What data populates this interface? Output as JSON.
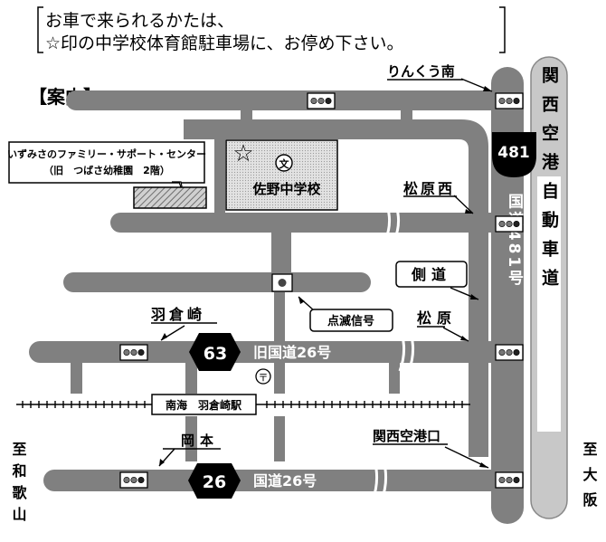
{
  "notice": {
    "line1": "お車で来られるかたは、",
    "line2": "☆印の中学校体育館駐車場に、お停め下さい。"
  },
  "guide_label": "【案内】",
  "facility": {
    "name": "いずみさのファミリー・サポート・センター",
    "sub": "（旧　つばさ幼稚園　2階）"
  },
  "school": {
    "name": "佐野中学校",
    "symbol": "文"
  },
  "star": "☆",
  "labels": {
    "rinku_minami": "りんくう南",
    "matsubara_nishi": "松原西",
    "sokudo": "側道",
    "matsubara": "松原",
    "tenmetsu": "点滅信号",
    "hagurasaki": "羽倉崎",
    "okamoto": "岡本",
    "kanku_kou": "関西空港口",
    "old_26": "旧国道26号",
    "route26": "国道26号",
    "route481_vertical": "国道481号",
    "expressway": "関西空港自動車道",
    "station": "南海　羽倉崎駅",
    "post": "〒",
    "to_left": "至和歌山",
    "to_right": "至大阪"
  },
  "route_shields": {
    "r481": "481",
    "r63": "63",
    "r26": "26"
  },
  "colors": {
    "road": "#808080",
    "expressway": "#c8c8c8",
    "school": "#d8d8d8"
  }
}
